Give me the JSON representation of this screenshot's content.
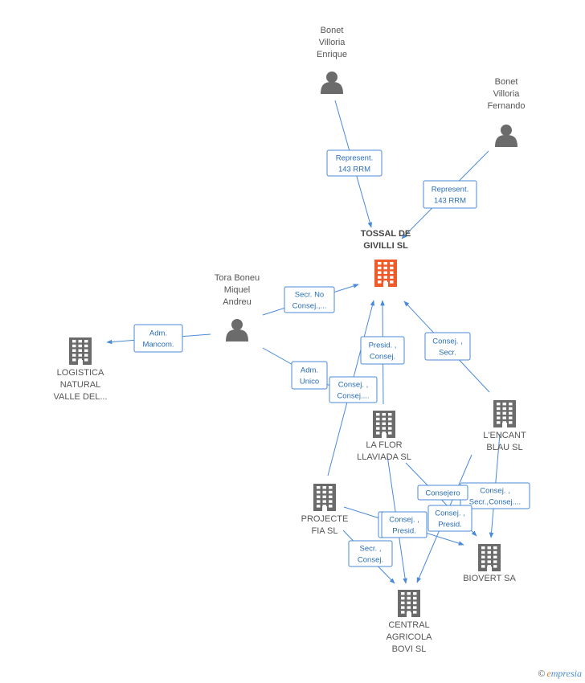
{
  "nodes": [
    {
      "id": "tossal",
      "type": "company",
      "main": true,
      "lines": [
        "TOSSAL DE",
        "GIVILLI SL"
      ],
      "color": "#f05a28"
    },
    {
      "id": "bonet_enrique",
      "type": "person",
      "lines": [
        "Bonet",
        "Villoria",
        "Enrique"
      ]
    },
    {
      "id": "bonet_fernando",
      "type": "person",
      "lines": [
        "Bonet",
        "Villoria",
        "Fernando"
      ]
    },
    {
      "id": "tora",
      "type": "person",
      "lines": [
        "Tora Boneu",
        "Miquel",
        "Andreu"
      ]
    },
    {
      "id": "logistica",
      "type": "company",
      "lines": [
        "LOGISTICA",
        "NATURAL",
        "VALLE DEL..."
      ]
    },
    {
      "id": "laflor",
      "type": "company",
      "lines": [
        "LA FLOR",
        "LLAVIADA  SL"
      ]
    },
    {
      "id": "encant",
      "type": "company",
      "lines": [
        "L'ENCANT",
        "BLAU SL"
      ]
    },
    {
      "id": "projecte",
      "type": "company",
      "lines": [
        "PROJECTE",
        "FIA SL"
      ]
    },
    {
      "id": "biovert",
      "type": "company",
      "lines": [
        "BIOVERT SA"
      ]
    },
    {
      "id": "central",
      "type": "company",
      "lines": [
        "CENTRAL",
        "AGRICOLA",
        "BOVI SL"
      ]
    }
  ],
  "edges": [
    {
      "from": "bonet_enrique",
      "to": "tossal",
      "label": [
        "Represent.",
        "143 RRM"
      ]
    },
    {
      "from": "bonet_fernando",
      "to": "tossal",
      "label": [
        "Represent.",
        "143 RRM"
      ]
    },
    {
      "from": "tora",
      "to": "tossal",
      "label": [
        "Secr.  No",
        "Consej.,..."
      ]
    },
    {
      "from": "tora",
      "to": "logistica",
      "label": [
        "Adm.",
        "Mancom."
      ]
    },
    {
      "from": "tora",
      "to": "laflor",
      "label": [
        "Adm.",
        "Unico"
      ]
    },
    {
      "from": "laflor",
      "to": "tossal",
      "label": [
        "Presid. ,",
        "Consej."
      ]
    },
    {
      "from": "encant",
      "to": "tossal",
      "label": [
        "Consej. ,",
        "Secr."
      ]
    },
    {
      "from": "projecte",
      "to": "laflor",
      "label": [
        "Consej. ,",
        "Consej...."
      ]
    },
    {
      "from": "encant",
      "to": "biovert",
      "label": [
        "Consej. ,",
        "Secr.,Consej...."
      ]
    },
    {
      "from": "laflor",
      "to": "biovert",
      "label": [
        "Consejero"
      ]
    },
    {
      "from": "projecte",
      "to": "biovert",
      "label": [
        "Consej. ,",
        "Presid."
      ]
    },
    {
      "from": "encant",
      "to": "central",
      "label": [
        "Consej. ,",
        "Presid."
      ]
    },
    {
      "from": "projecte",
      "to": "central",
      "label": [
        "Secr. ,",
        "Consej."
      ]
    },
    {
      "from": "laflor",
      "to": "central",
      "label": [
        "Consej. ,",
        "Presid."
      ]
    }
  ],
  "brand": {
    "copyright": "©",
    "first_letter": "e",
    "rest": "mpresia"
  },
  "colors": {
    "edge": "#4a8ad8",
    "node": "#6b6b6b",
    "main": "#f05a28"
  }
}
